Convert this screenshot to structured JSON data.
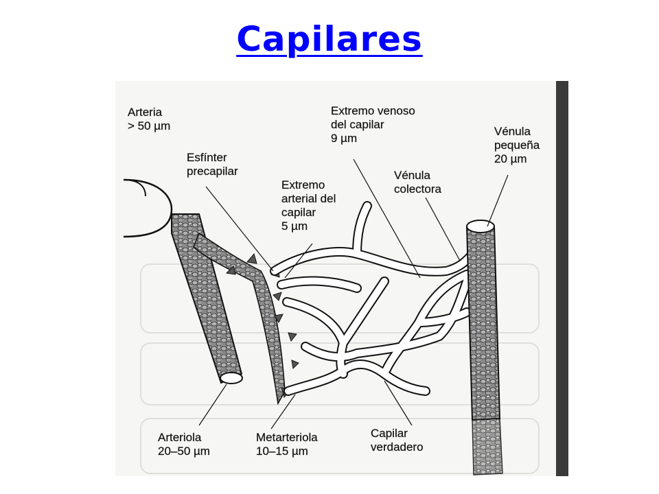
{
  "title": "Capilares",
  "labels": {
    "arteria": "Arteria\n> 50 µm",
    "esfinter": "Esfínter\nprecapilar",
    "extremo_arterial": "Extremo\narterial del\ncapilar\n5 µm",
    "extremo_venoso": "Extremo venoso\ndel capilar\n9 µm",
    "venula_colectora": "Vénula\ncolectora",
    "venula_pequena": "Vénula\npequeña\n20 µm",
    "arteriola": "Arteriola\n20–50 µm",
    "metarteriola": "Metarteriola\n10–15 µm",
    "capilar_verdadero": "Capilar\nverdadero"
  }
}
